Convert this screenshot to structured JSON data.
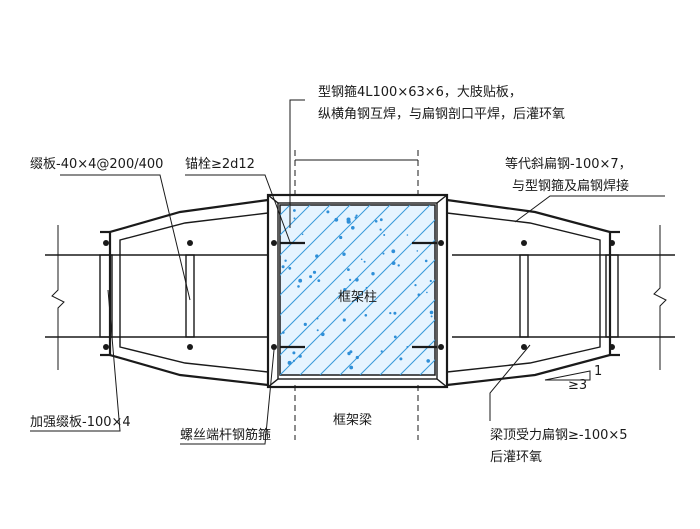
{
  "labels": {
    "steel_hoop": "型钢箍4L100×63×6，大肢贴板，",
    "steel_hoop_2": "纵横角钢互焊，与扁钢剖口平焊，后灌环氧",
    "batten": "缀板-40×4@200/400",
    "anchor": "锚栓≥2d12",
    "diagonal_flat": "等代斜扁钢-100×7，",
    "diagonal_flat_2": "与型钢箍及扁钢焊接",
    "column": "框架柱",
    "slope": "1",
    "slope_2": "≥3",
    "reinforced_batten": "加强缀板-100×4",
    "threaded_hoop": "螺丝端杆钢筋箍",
    "beam": "框架梁",
    "top_flat": "梁顶受力扁钢≥-100×5",
    "top_flat_2": "后灌环氧"
  },
  "colors": {
    "ink": "#1a1a1a",
    "column_fill": "#e6f4ff",
    "hatch": "#3a9ad9",
    "dots": "#2f8fd8"
  }
}
